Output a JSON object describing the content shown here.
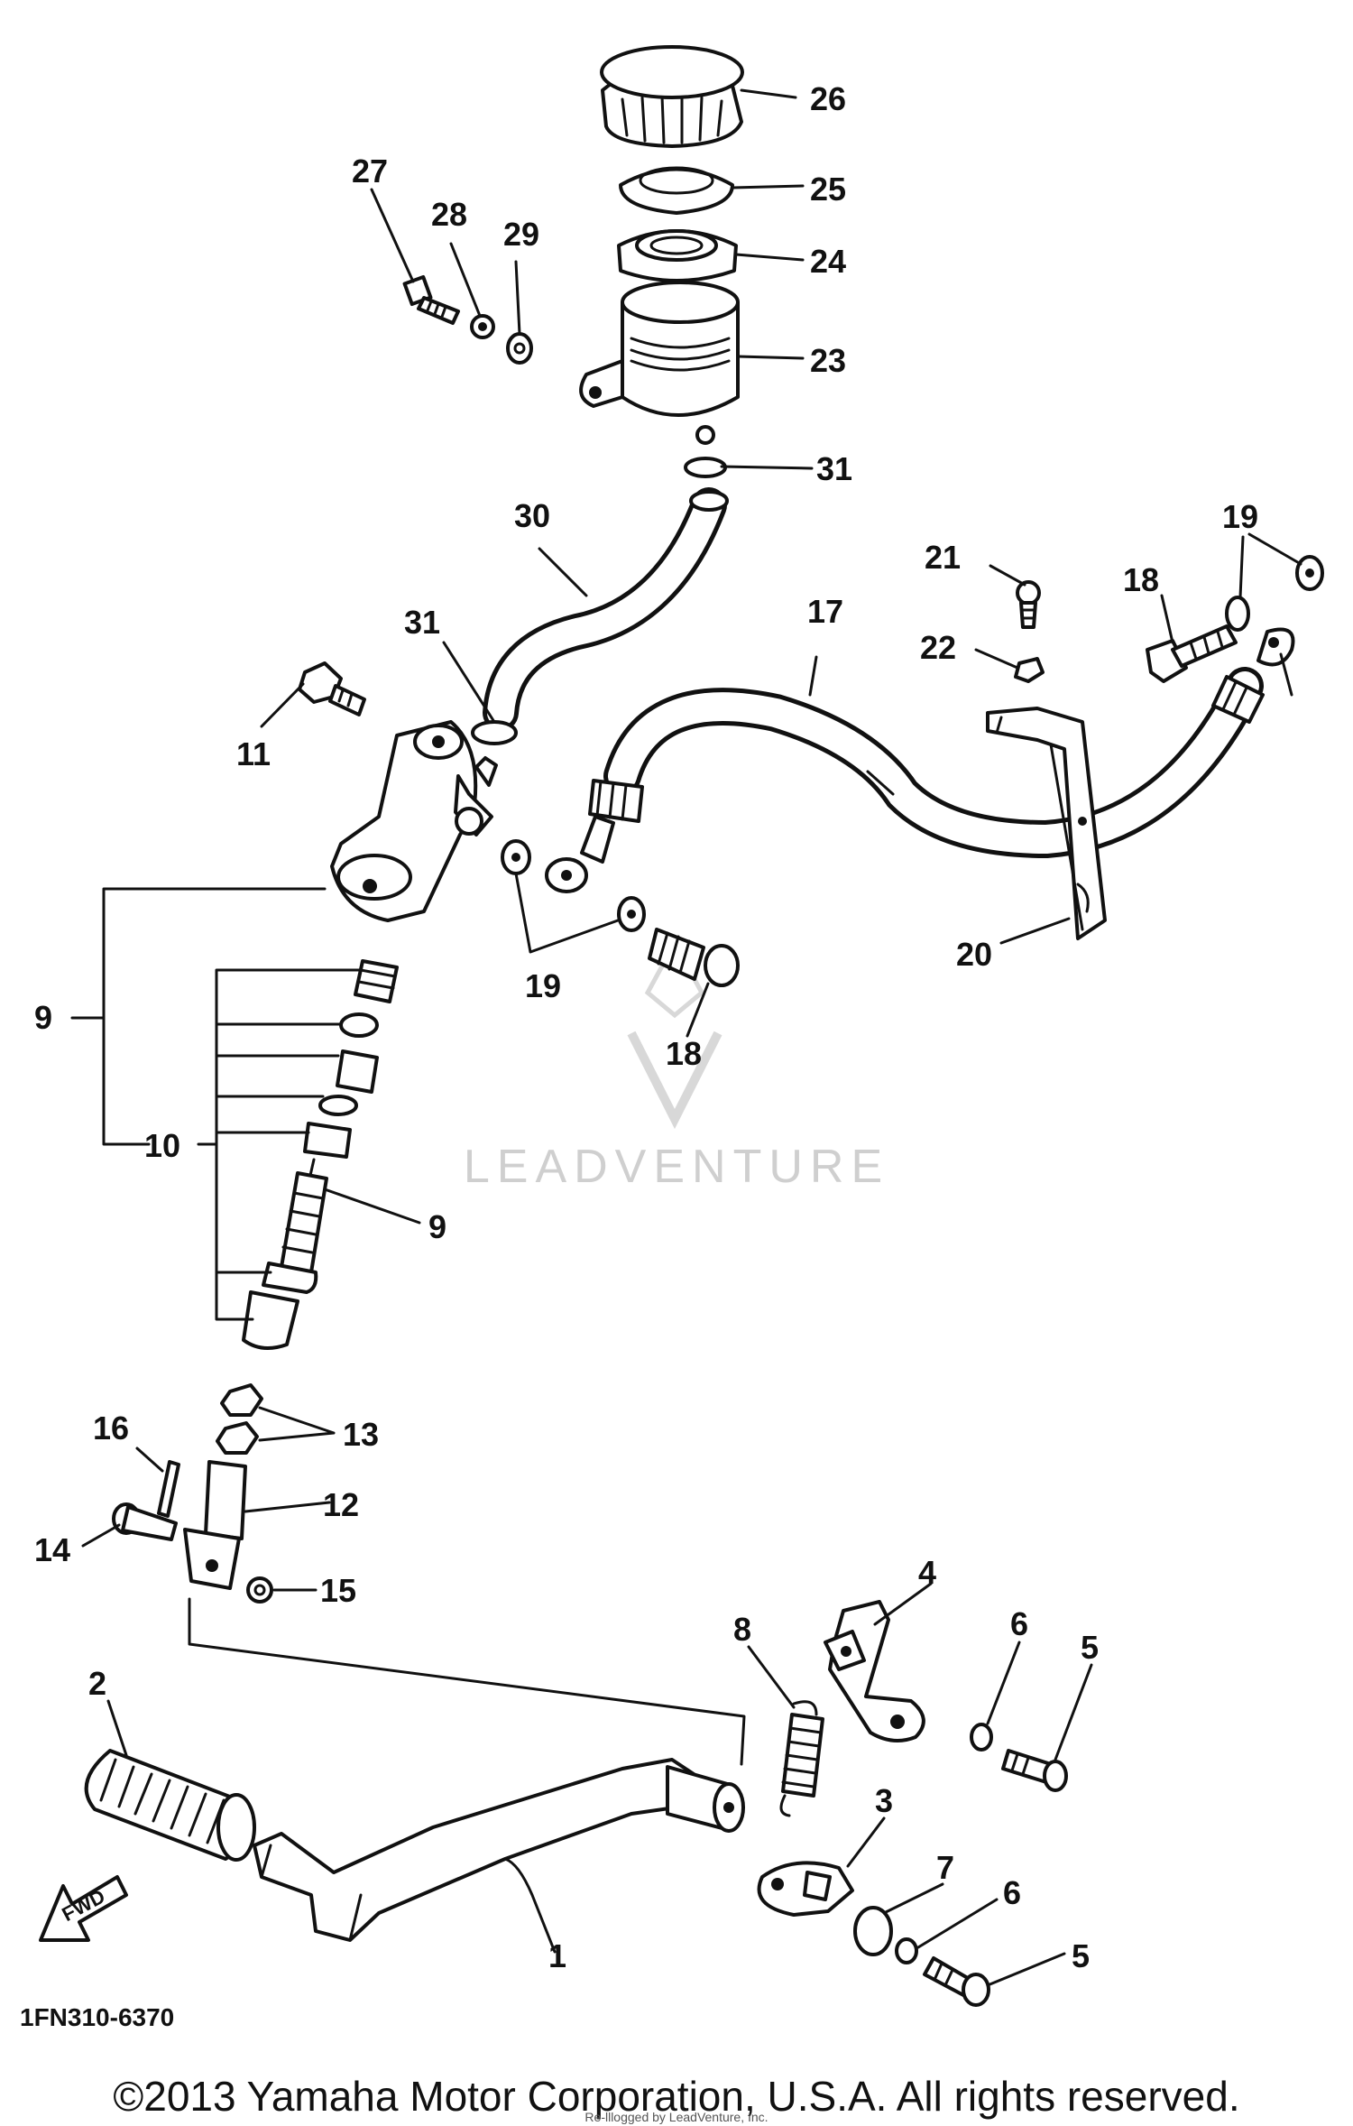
{
  "labels": [
    "26",
    "25",
    "24",
    "23",
    "27",
    "28",
    "29",
    "31",
    "30",
    "21",
    "22",
    "17",
    "18",
    "19",
    "11",
    "31",
    "19",
    "18",
    "20",
    "9",
    "10",
    "9",
    "13",
    "16",
    "12",
    "14",
    "15",
    "4",
    "8",
    "6",
    "5",
    "2",
    "3",
    "7",
    "6",
    "5",
    "1"
  ],
  "diagram_code": "1FN310-6370",
  "forward_marker": "FWD",
  "watermark": "LEADVENTURE",
  "footer": {
    "copyright": "©2013 Yamaha Motor Corporation, U.S.A. All rights reserved.",
    "smallprint": "Re-lllogged by LeadVenture, Inc."
  }
}
